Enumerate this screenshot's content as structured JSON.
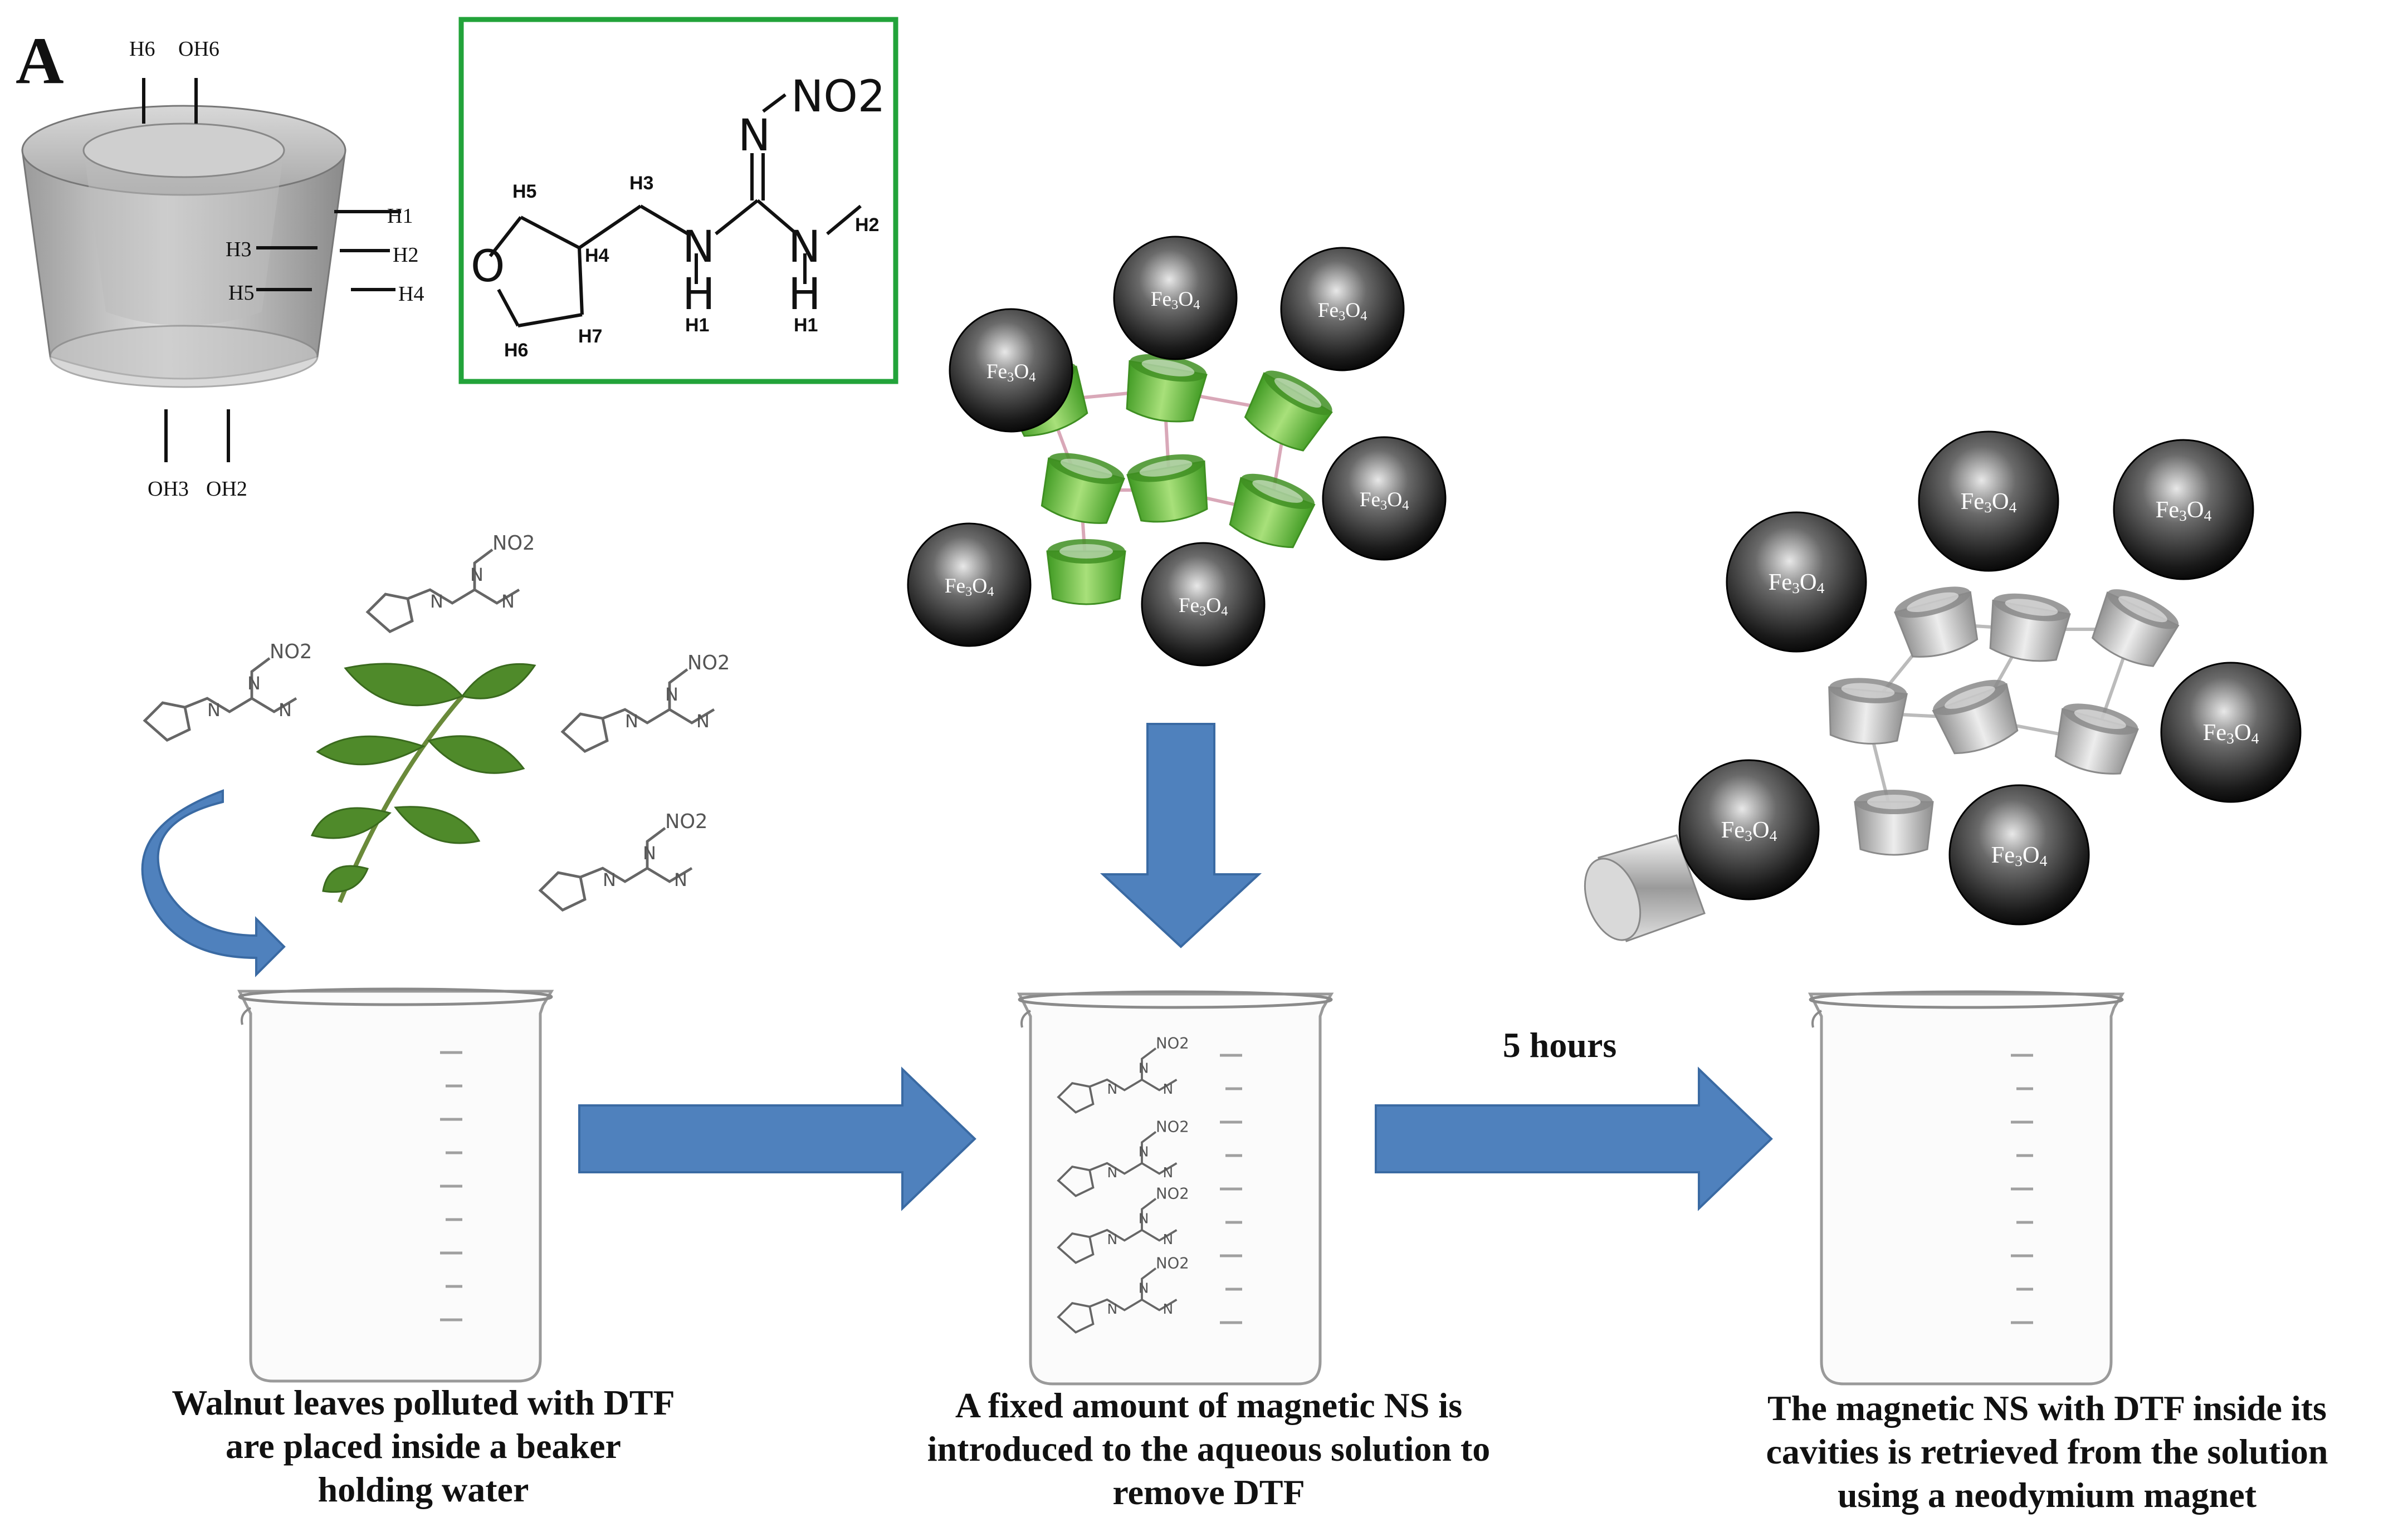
{
  "panel_label": "A",
  "cyclodextrin": {
    "top_labels": [
      "H6",
      "OH6"
    ],
    "right_labels": [
      "H1",
      "H3",
      "H2",
      "H5",
      "H4"
    ],
    "bottom_labels": [
      "OH3",
      "OH2"
    ]
  },
  "molecule": {
    "atoms": [
      "O",
      "N",
      "N",
      "N",
      "NO2"
    ],
    "h_labels": [
      "H5",
      "H3",
      "H4",
      "H7",
      "H6",
      "H1",
      "H1",
      "H2"
    ],
    "border_color": "#22a33a"
  },
  "particle_label": "Fe3O4",
  "small_molecule_label": "NO2",
  "time_label": "5 hours",
  "captions": {
    "step1": [
      "Walnut leaves polluted with DTF",
      "are placed inside a beaker",
      "holding water"
    ],
    "step2": [
      "A fixed amount of magnetic NS is",
      "introduced to the aqueous solution to",
      "remove DTF"
    ],
    "step3": [
      "The magnetic NS with DTF inside its",
      "cavities is retrieved from the solution",
      "using a neodymium magnet"
    ]
  },
  "colors": {
    "arrow": "#4f81bd",
    "arrow_edge": "#3a6aa3",
    "green_cd": "#5cc23a",
    "gray_cd": "#b8b8b8",
    "sphere": "#2a2a2a",
    "leaf": "#4f8a2a"
  }
}
